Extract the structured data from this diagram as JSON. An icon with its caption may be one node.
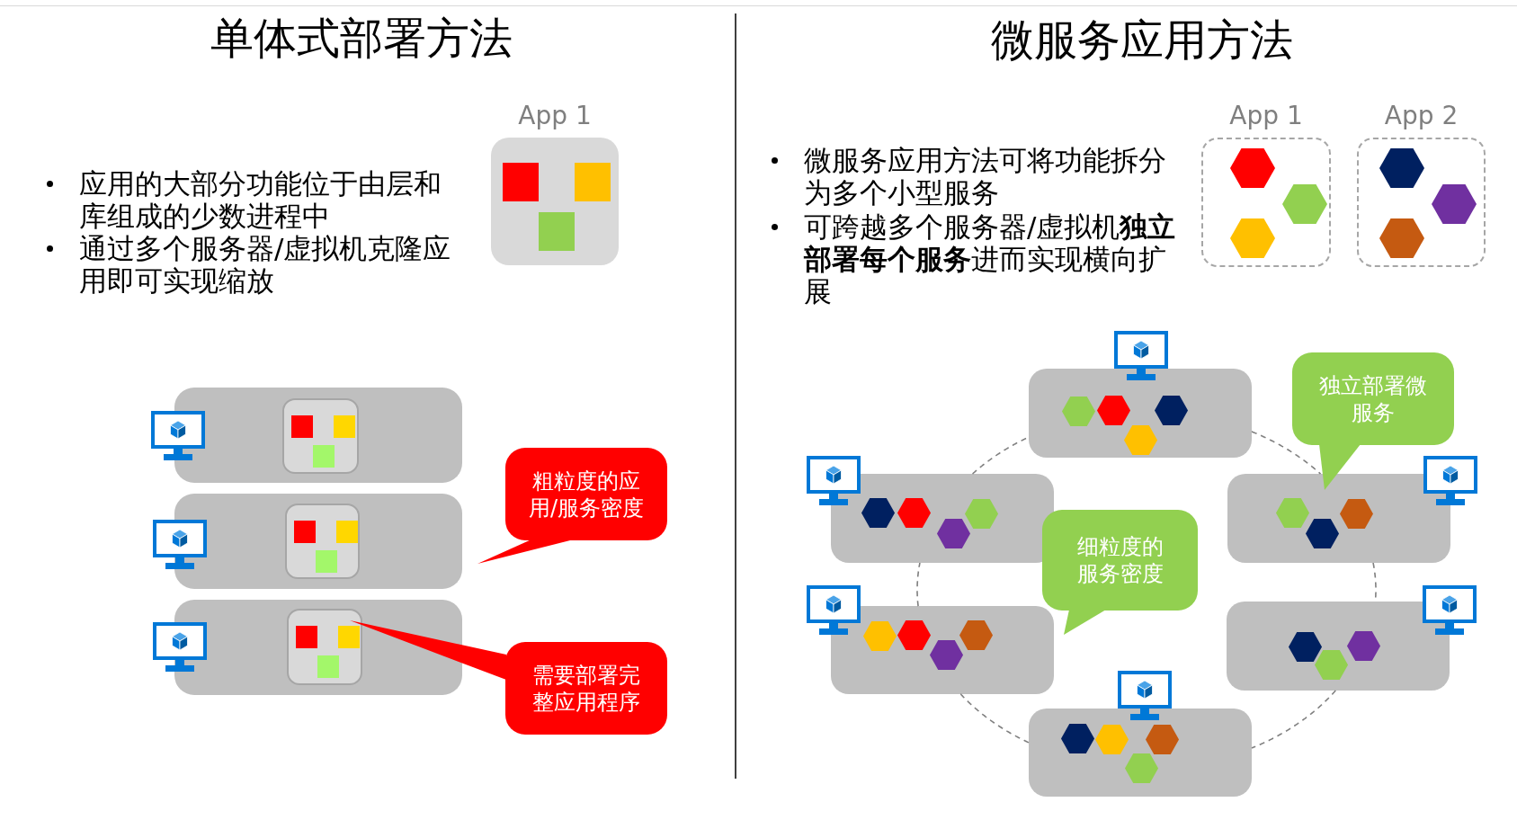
{
  "diagram": {
    "nodes": [
      {
        "text": [
          "App 1"
        ]
      },
      {
        "text": [],
        "shape": "box"
      },
      {
        "text": [],
        "shape": "box",
        "in": 1
      },
      {
        "text": [],
        "shape": "box"
      },
      {
        "text": [],
        "shape": "box",
        "in": 3
      },
      {
        "text": [],
        "shape": "box"
      },
      {
        "text": [],
        "shape": "box",
        "in": 5
      },
      {
        "text": [
          "粗粒度的应用/服务密度"
        ]
      },
      {
        "text": [
          "需要部署完整应用程序"
        ]
      },
      {
        "text": [
          "App 1"
        ]
      },
      {
        "text": [
          "App 2"
        ]
      },
      {
        "text": [],
        "shape": "box"
      },
      {
        "text": [
          "独立部署微服务"
        ]
      },
      {
        "text": [],
        "shape": "box"
      },
      {
        "text": [],
        "shape": "box"
      },
      {
        "text": [
          "细粒度的服务密度"
        ]
      },
      {
        "text": [],
        "shape": "box"
      },
      {
        "text": [],
        "shape": "box"
      },
      {
        "text": [],
        "shape": "box"
      }
    ],
    "edges": [
      {
        "from": 11,
        "to": 14,
        "arrow": "none",
        "style": "dashed"
      },
      {
        "from": 14,
        "to": 17,
        "arrow": "none",
        "style": "dashed"
      },
      {
        "from": 17,
        "to": 18,
        "arrow": "none",
        "style": "dashed"
      },
      {
        "from": 18,
        "to": 16,
        "arrow": "none",
        "style": "dashed"
      },
      {
        "from": 16,
        "to": 13,
        "arrow": "none",
        "style": "dashed"
      },
      {
        "from": 13,
        "to": 11,
        "arrow": "none",
        "style": "dashed"
      }
    ],
    "labels": [
      "单体式部署方法",
      "应用的大部分功能位于由层和库组成的少数进程中",
      "通过多个服务器/虚拟机克隆应用即可实现缩放",
      "微服务应用方法",
      "微服务应用方法可将功能拆分为多个小型服务",
      "可跨越多个服务器/虚拟机**独立部署每个服务**进而实现横向扩展"
    ]
  }
}
